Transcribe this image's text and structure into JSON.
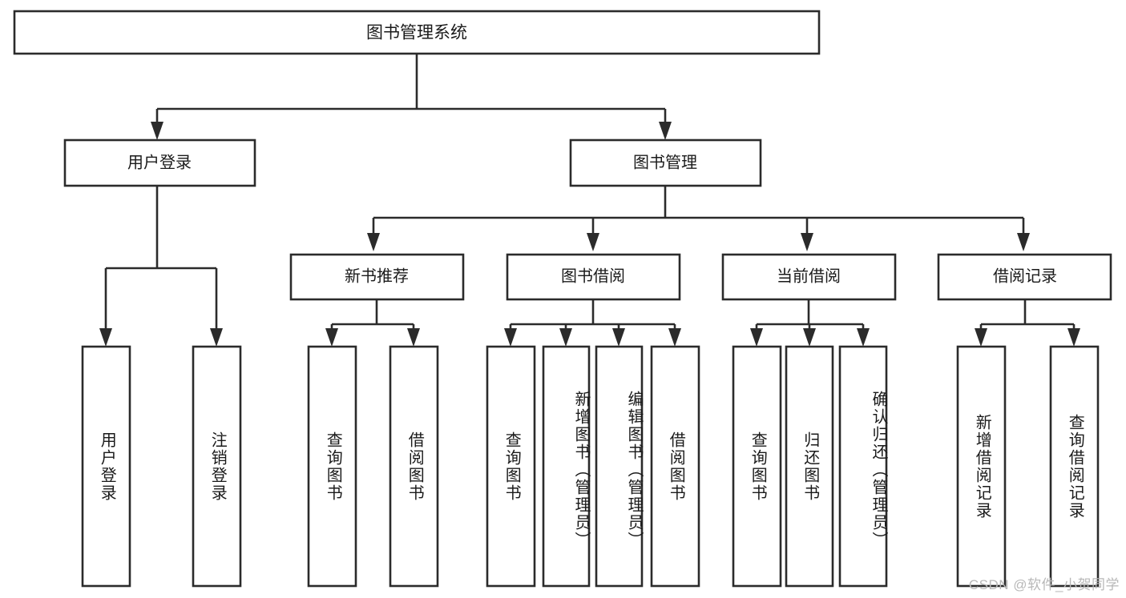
{
  "diagram": {
    "type": "tree-hierarchy-chart",
    "title": "图书管理系统",
    "watermark": "CSDN @软件_小贺同学",
    "colors": {
      "stroke": "#2b2b2b",
      "node_fill": "#ffffff",
      "text": "#1a1a1a",
      "background": "#ffffff",
      "watermark": "#b8b8b8"
    },
    "root": {
      "id": "root",
      "label": "图书管理系统"
    },
    "level2": [
      {
        "id": "user-login",
        "label": "用户登录"
      },
      {
        "id": "book-manage",
        "label": "图书管理"
      }
    ],
    "level3": [
      {
        "id": "new-book-recommend",
        "label": "新书推荐",
        "parent": "book-manage"
      },
      {
        "id": "book-borrow",
        "label": "图书借阅",
        "parent": "book-manage"
      },
      {
        "id": "current-borrow",
        "label": "当前借阅",
        "parent": "book-manage"
      },
      {
        "id": "borrow-record",
        "label": "借阅记录",
        "parent": "book-manage"
      }
    ],
    "leaves": [
      {
        "id": "leaf-user-login",
        "label": "用户登录",
        "parent": "user-login"
      },
      {
        "id": "leaf-logout",
        "label": "注销登录",
        "parent": "user-login"
      },
      {
        "id": "leaf-query-book-1",
        "label": "查询图书",
        "parent": "new-book-recommend"
      },
      {
        "id": "leaf-borrow-book-1",
        "label": "借阅图书",
        "parent": "new-book-recommend"
      },
      {
        "id": "leaf-query-book-2",
        "label": "查询图书",
        "parent": "book-borrow"
      },
      {
        "id": "leaf-add-book",
        "label": "新增图书（管理员）",
        "parent": "book-borrow"
      },
      {
        "id": "leaf-edit-book",
        "label": "编辑图书（管理员）",
        "parent": "book-borrow"
      },
      {
        "id": "leaf-borrow-book-2",
        "label": "借阅图书",
        "parent": "book-borrow"
      },
      {
        "id": "leaf-query-book-3",
        "label": "查询图书",
        "parent": "current-borrow"
      },
      {
        "id": "leaf-return-book",
        "label": "归还图书",
        "parent": "current-borrow"
      },
      {
        "id": "leaf-confirm-return",
        "label": "确认归还（管理员）",
        "parent": "current-borrow"
      },
      {
        "id": "leaf-add-record",
        "label": "新增借阅记录",
        "parent": "borrow-record"
      },
      {
        "id": "leaf-query-record",
        "label": "查询借阅记录",
        "parent": "borrow-record"
      }
    ]
  }
}
